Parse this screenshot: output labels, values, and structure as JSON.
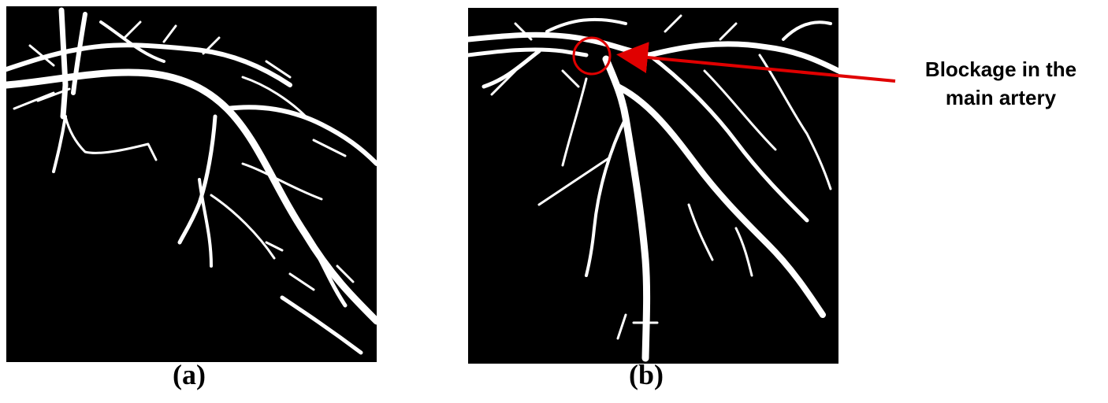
{
  "figure": {
    "panel_a_label": "(a)",
    "panel_b_label": "(b)",
    "annotation": {
      "line1": "Blockage in the",
      "line2": "main artery",
      "color": "#e00000"
    },
    "colors": {
      "background": "#000000",
      "vessel": "#ffffff"
    }
  }
}
